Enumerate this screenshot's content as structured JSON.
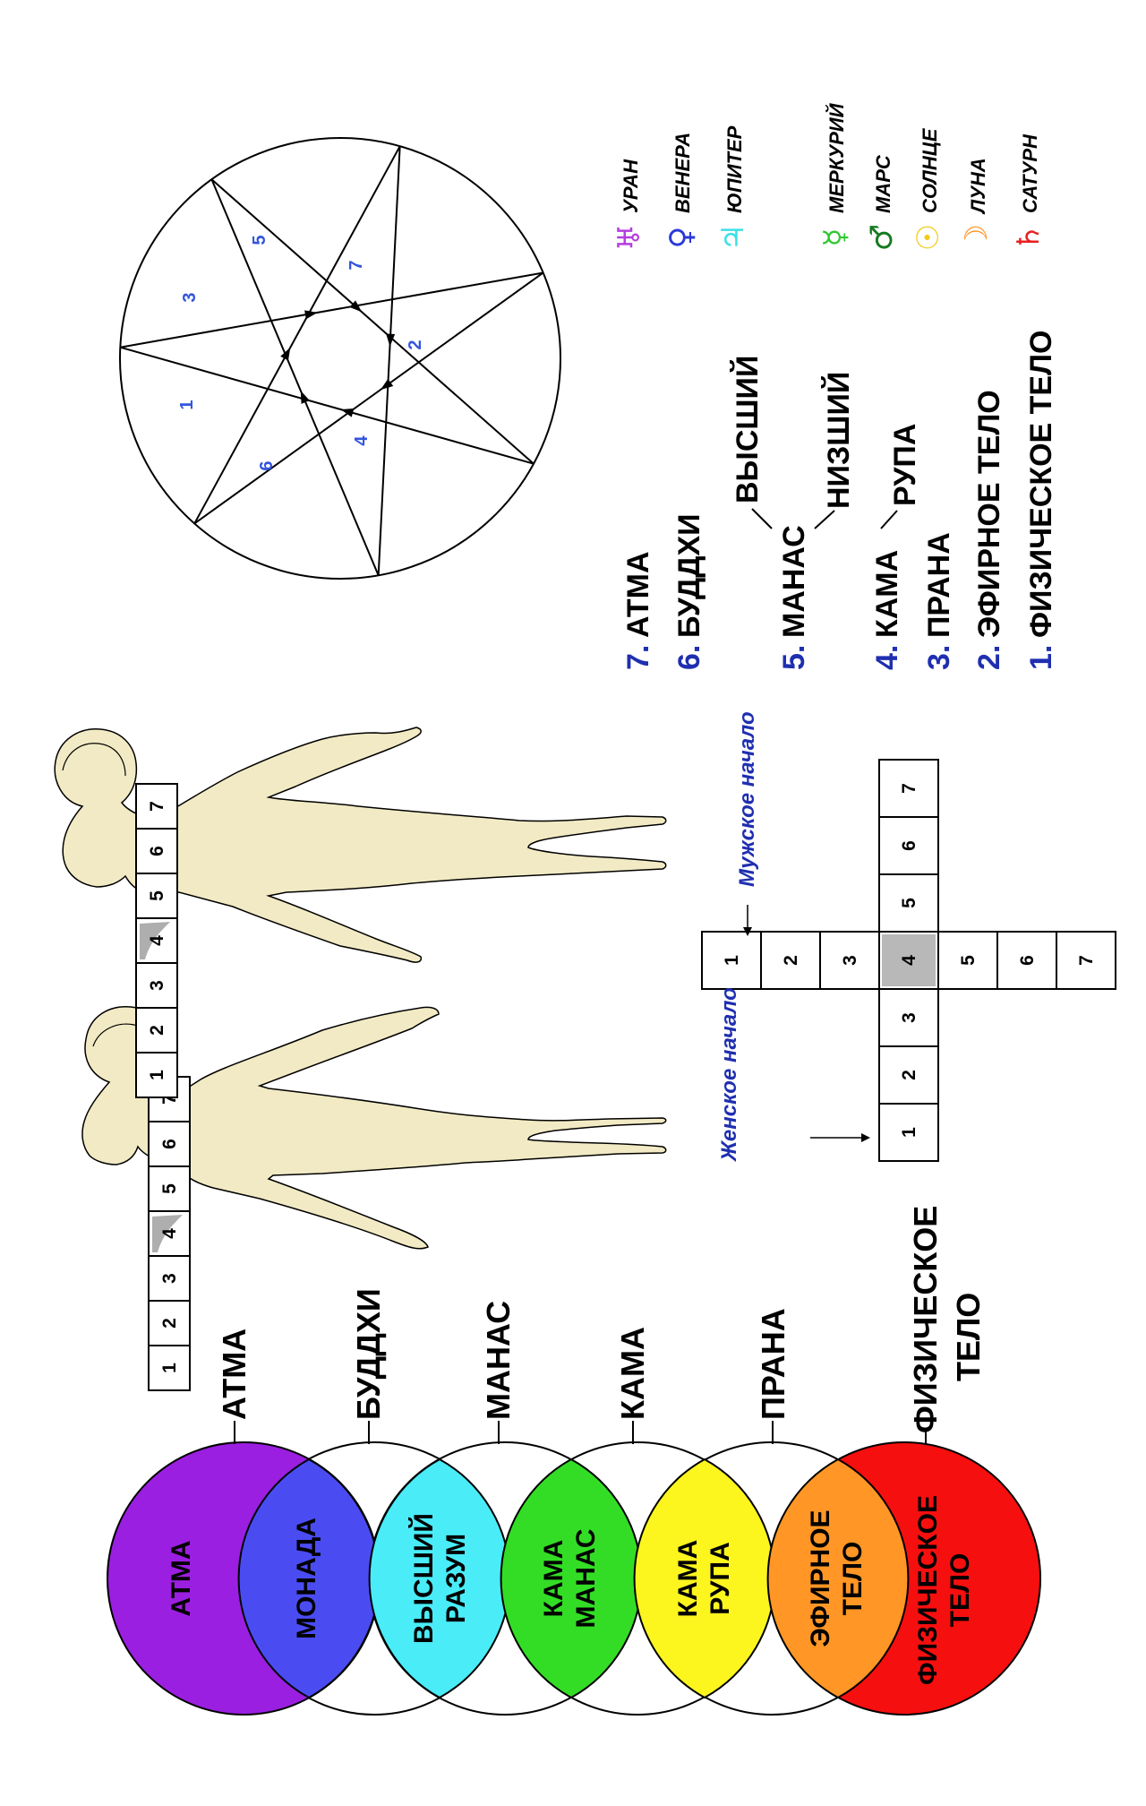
{
  "circles": [
    {
      "text": "АТМА",
      "color": "#9b1fe0"
    },
    {
      "text": "МОНАДА",
      "color": "#4a4cf2"
    },
    {
      "text": "ВЫСШИЙ РАЗУМ",
      "color": "#49ecf7"
    },
    {
      "text": "КАМА МАНАС",
      "color": "#33dd25"
    },
    {
      "text": "КАМА РУПА",
      "color": "#fcf51e"
    },
    {
      "text": "ЭФИРНОЕ ТЕЛО",
      "color": "#ff9625"
    },
    {
      "text": "ФИЗИЧЕСКОЕ ТЕЛО",
      "color": "#f50f0f"
    }
  ],
  "circle_labels": [
    "АТМА",
    "БУДДХИ",
    "МАНАС",
    "КАМА",
    "ПРАНА",
    "ФИЗИЧЕСКОЕ ТЕЛО"
  ],
  "figures": {
    "female_cells": [
      "7",
      "6",
      "5",
      "4",
      "3",
      "2",
      "1"
    ],
    "male_cells": [
      "7",
      "6",
      "5",
      "4",
      "3",
      "2",
      "1"
    ]
  },
  "cross": {
    "female_label": "Женское начало",
    "male_label": "Мужское начало",
    "female_row": [
      "1",
      "2",
      "3",
      "4",
      "5",
      "6",
      "7"
    ],
    "male_row": [
      "1",
      "2",
      "3",
      "4",
      "5",
      "6",
      "7"
    ]
  },
  "principles": {
    "atma": "7. АТМА",
    "buddhi": "6. БУДДХИ",
    "manas": "5. МАНАС",
    "higher": "ВЫСШИЙ",
    "lower": "НИЗШИЙ",
    "kama": "4. КАМА",
    "rupa": "РУПА",
    "prana": "3. ПРАНА",
    "etheric": "2. ЭФИРНОЕ ТЕЛО",
    "physical": "1. ФИЗИЧЕСКОЕ ТЕЛО"
  },
  "star_numbers": [
    "1",
    "2",
    "3",
    "4",
    "5",
    "6",
    "7"
  ],
  "planets": [
    {
      "symbol": "♅",
      "name": "УРАН",
      "color": "#b53de0"
    },
    {
      "symbol": "♀",
      "name": "ВЕНЕРА",
      "color": "#2a3ad6"
    },
    {
      "symbol": "♃",
      "name": "ЮПИТЕР",
      "color": "#3ee0e8"
    },
    {
      "symbol": "☿",
      "name": "МЕРКУРИЙ",
      "color": "#30c830"
    },
    {
      "symbol": "♂",
      "name": "МАРС",
      "color": "#157a22"
    },
    {
      "symbol": "☉",
      "name": "СОЛНЦЕ",
      "color": "#f2cc1d"
    },
    {
      "symbol": "☽",
      "name": "ЛУНА",
      "color": "#ff9422"
    },
    {
      "symbol": "♄",
      "name": "САТУРН",
      "color": "#e82020"
    }
  ]
}
